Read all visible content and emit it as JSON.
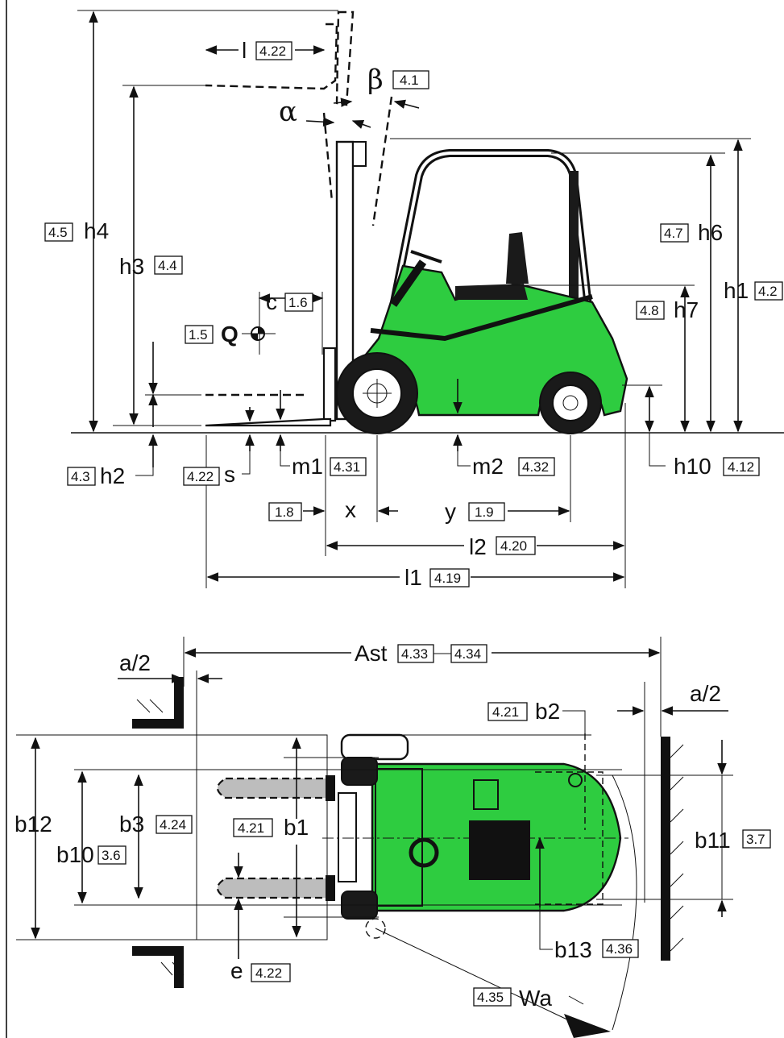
{
  "colors": {
    "body": "#2ecc40",
    "line": "#111111",
    "fork": "#bdbdbd"
  },
  "side_view": {
    "labels": {
      "h4": "h4",
      "h3": "h3",
      "h6": "h6",
      "h1": "h1",
      "h7": "h7",
      "h2": "h2",
      "h10": "h10",
      "l": "l",
      "c": "c",
      "Q": "Q",
      "s": "s",
      "m1": "m1",
      "m2": "m2",
      "x": "x",
      "y": "y",
      "l2": "l2",
      "l1": "l1",
      "alpha": "α",
      "beta": "β"
    },
    "refs": {
      "h4": "4.5",
      "h3": "4.4",
      "h6": "4.7",
      "h1": "4.2",
      "h7": "4.8",
      "h2": "4.3",
      "h10": "4.12",
      "l": "4.22",
      "c": "1.6",
      "Q": "1.5",
      "s": "4.22",
      "m1": "4.31",
      "m2": "4.32",
      "x": "1.8",
      "y": "1.9",
      "l2": "4.20",
      "l1": "4.19",
      "beta": "4.1"
    }
  },
  "top_view": {
    "labels": {
      "ast": "Ast",
      "a_half_left": "a/2",
      "a_half_right": "a/2",
      "b2": "b2",
      "b12": "b12",
      "b3": "b3",
      "b1": "b1",
      "b10": "b10",
      "b11": "b11",
      "b13": "b13",
      "e": "e",
      "wa": "Wa"
    },
    "refs": {
      "ast1": "4.33",
      "ast2": "4.34",
      "b2": "4.21",
      "b3": "4.24",
      "b1": "4.21",
      "b10": "3.6",
      "b11": "3.7",
      "b13": "4.36",
      "e": "4.22",
      "wa": "4.35"
    }
  }
}
